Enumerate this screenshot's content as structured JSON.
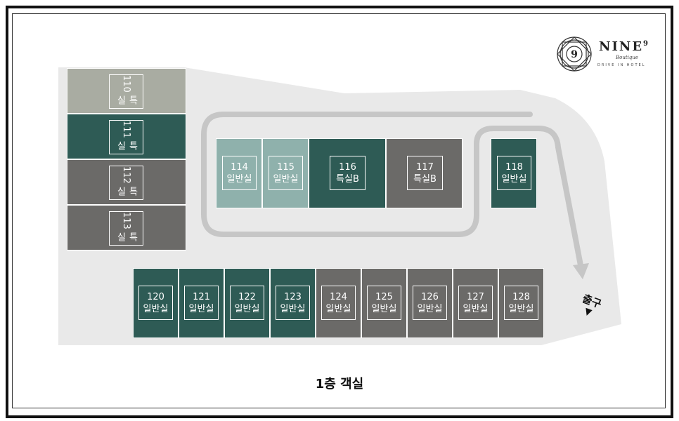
{
  "logo": {
    "mark": "9",
    "name": "NINE",
    "superscript": "9",
    "script": "Boutique",
    "tagline": "DRIVE IN HOTEL"
  },
  "colors": {
    "dark_green": "#2e5b55",
    "gray": "#6b6a68",
    "light_gray_green": "#a9aca2",
    "light_teal": "#8fb1ac",
    "floor": "#e9e9e9",
    "route": "#c6c6c6"
  },
  "rooms_left": [
    {
      "number": "110",
      "type": "특실",
      "color": "light_gray_green"
    },
    {
      "number": "111",
      "type": "특실",
      "color": "dark_green"
    },
    {
      "number": "112",
      "type": "특실",
      "color": "gray"
    },
    {
      "number": "113",
      "type": "특실",
      "color": "gray"
    }
  ],
  "rooms_middle": [
    {
      "number": "114",
      "type": "일반실",
      "color": "light_teal"
    },
    {
      "number": "115",
      "type": "일반실",
      "color": "light_teal"
    },
    {
      "number": "116",
      "type": "특실B",
      "color": "dark_green"
    },
    {
      "number": "117",
      "type": "특실B",
      "color": "gray"
    },
    {
      "number": "118",
      "type": "일반실",
      "color": "dark_green"
    }
  ],
  "rooms_bottom": [
    {
      "number": "120",
      "type": "일반실",
      "color": "dark_green"
    },
    {
      "number": "121",
      "type": "일반실",
      "color": "dark_green"
    },
    {
      "number": "122",
      "type": "일반실",
      "color": "dark_green"
    },
    {
      "number": "123",
      "type": "일반실",
      "color": "dark_green"
    },
    {
      "number": "124",
      "type": "일반실",
      "color": "gray"
    },
    {
      "number": "125",
      "type": "일반실",
      "color": "gray"
    },
    {
      "number": "126",
      "type": "일반실",
      "color": "gray"
    },
    {
      "number": "127",
      "type": "일반실",
      "color": "gray"
    },
    {
      "number": "128",
      "type": "일반실",
      "color": "gray"
    }
  ],
  "exit": {
    "label": "출구",
    "icon": "triangle-down-icon"
  },
  "caption": "1층 객실"
}
